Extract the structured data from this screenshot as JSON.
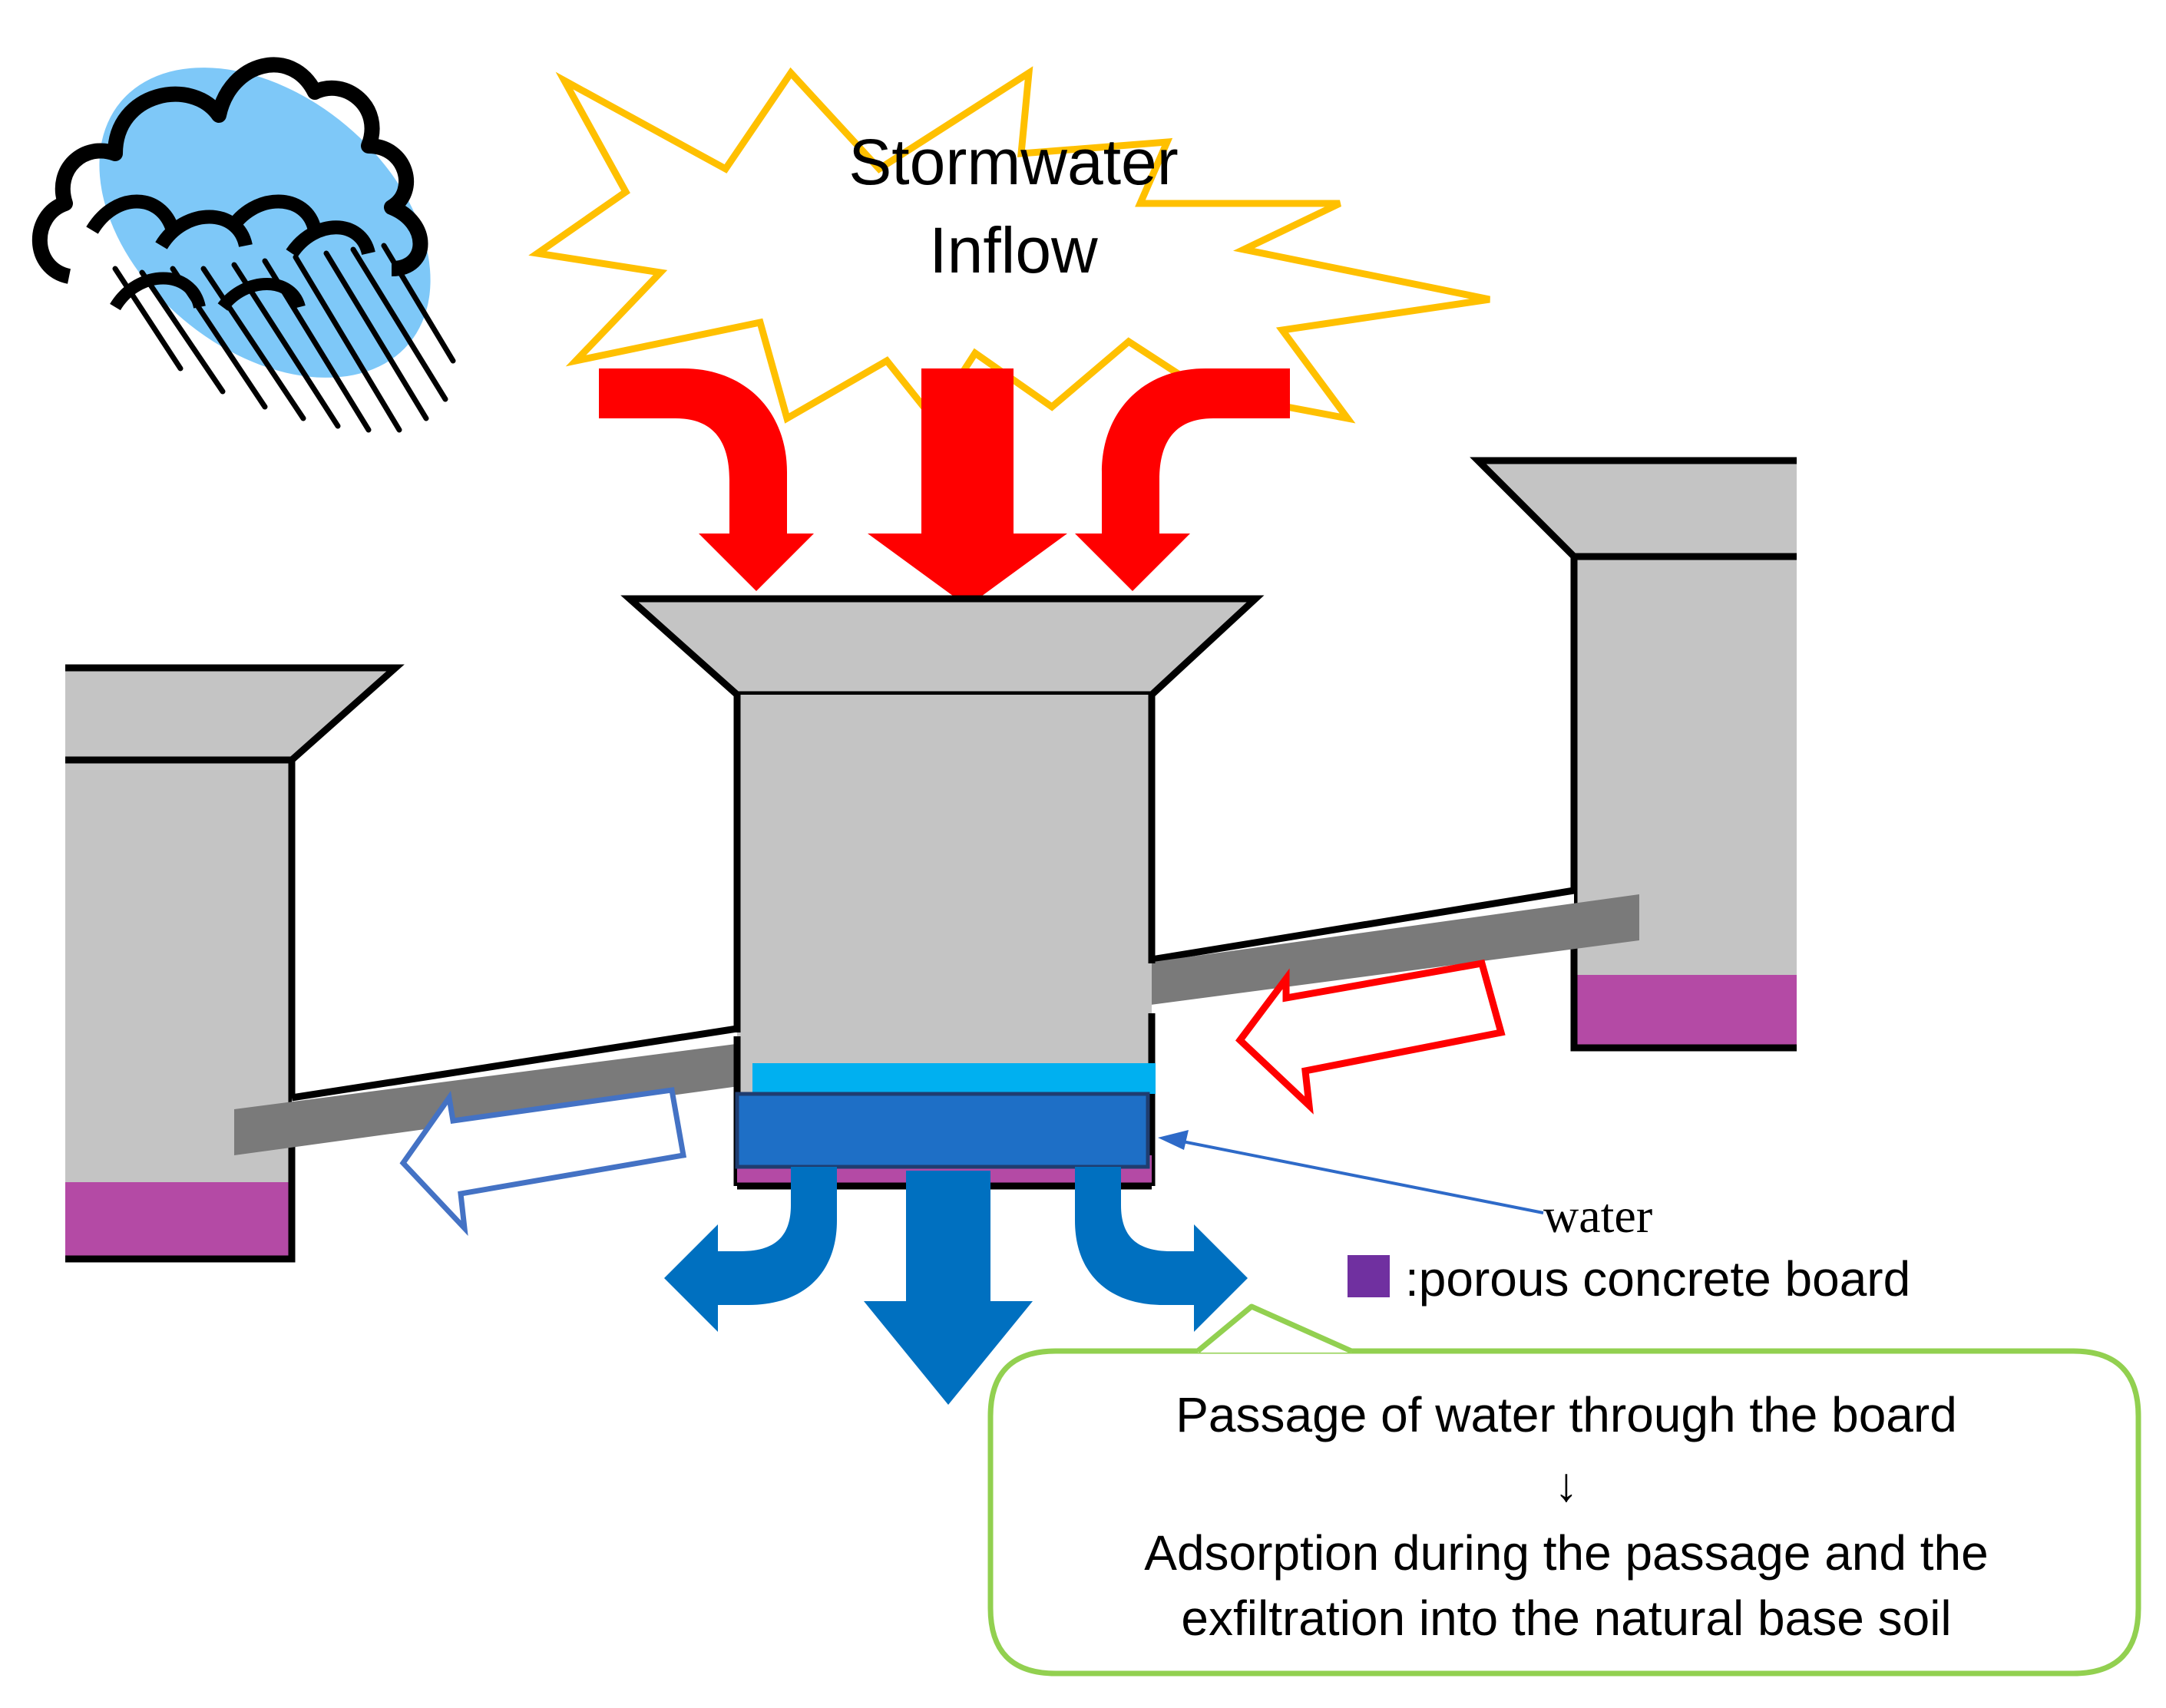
{
  "burst_label": {
    "line1": "Stormwater",
    "line2": "Inflow"
  },
  "water_label": "water",
  "legend": {
    "text": ":porous concrete board"
  },
  "callout": {
    "line1": "Passage of water through the board",
    "arrow": "↓",
    "line2": "Adsorption during the passage and the",
    "line3": "exfiltration into the natural base soil"
  },
  "icons": {
    "rain": "rain-cloud-icon",
    "burst": "explosion-burst-shape"
  },
  "colors": {
    "structure": "#c4c4c4",
    "pipe": "#7a7a7a",
    "porous_board": "#b44aa5",
    "inflow_arrow": "#ff0000",
    "outflow_arrow": "#0070c0",
    "water": "#00b0f0",
    "board": "#1e6fc6",
    "burst_outline": "#ffc000",
    "callout_border": "#92d050",
    "cloud_fill": "#7ec8f8",
    "legend_swatch": "#7030a0",
    "leftpipe_arrow": "#4472c4"
  }
}
